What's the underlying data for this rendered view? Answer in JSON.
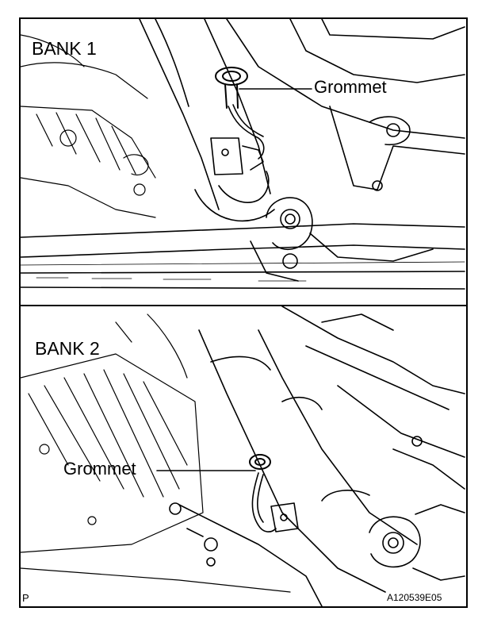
{
  "top_panel": {
    "bank_label": "BANK 1",
    "callout_label": "Grommet"
  },
  "bottom_panel": {
    "bank_label": "BANK 2",
    "callout_label": "Grommet"
  },
  "footer": {
    "corner_letter": "P",
    "figure_id": "A120539E05"
  },
  "colors": {
    "line": "#000000",
    "background": "#ffffff"
  }
}
